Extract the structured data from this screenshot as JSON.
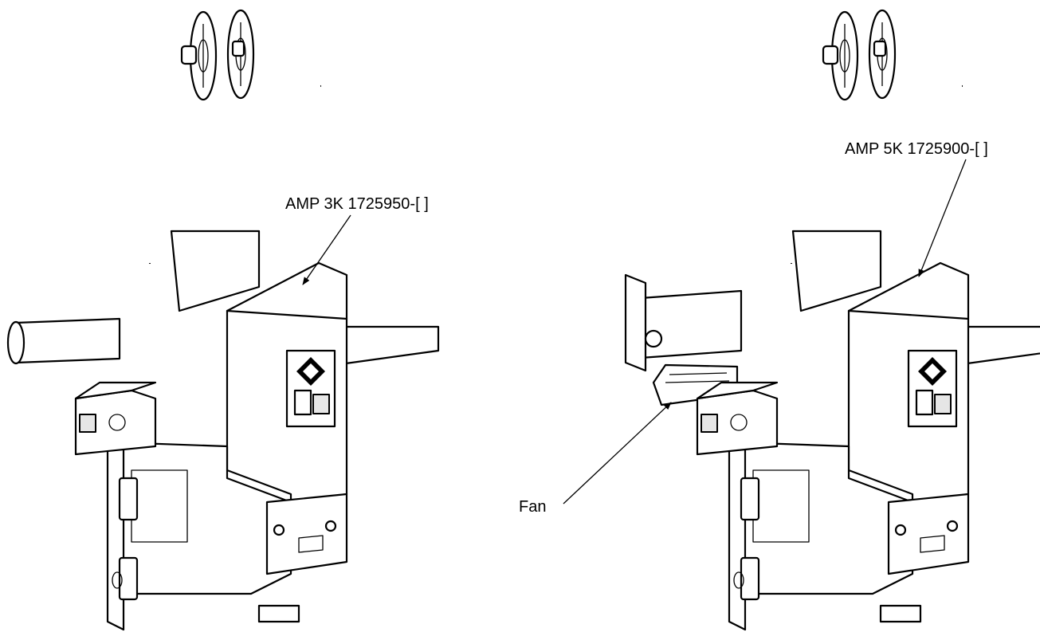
{
  "labels": {
    "left_model": "AMP 3K 1725950-[ ]",
    "right_model": "AMP 5K 1725900-[ ]",
    "fan": "Fan"
  }
}
